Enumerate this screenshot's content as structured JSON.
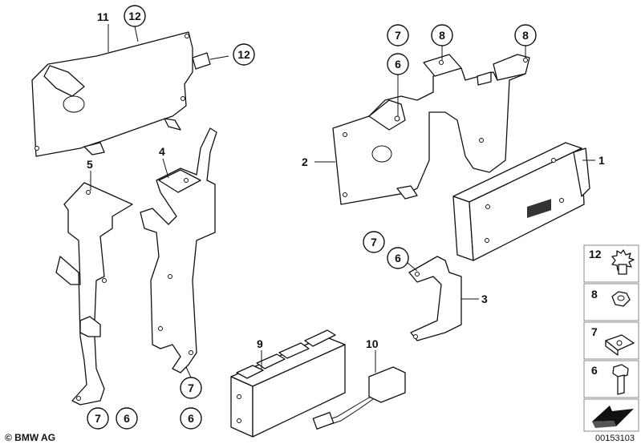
{
  "callouts": {
    "c1": "1",
    "c2": "2",
    "c3": "3",
    "c4": "4",
    "c5": "5",
    "c9": "9",
    "c10": "10",
    "c11": "11",
    "c12a": "12",
    "c12b": "12",
    "c7a": "7",
    "c6a": "6",
    "c8a": "8",
    "c8b": "8",
    "c7b": "7",
    "c6b": "6",
    "c7c": "7",
    "c6c": "6",
    "c7d": "7",
    "c6d": "6"
  },
  "legend": {
    "k12": "12",
    "k8": "8",
    "k7": "7",
    "k6": "6"
  },
  "footer": {
    "copyright": "© BMW AG",
    "diagram_id": "00153103"
  }
}
